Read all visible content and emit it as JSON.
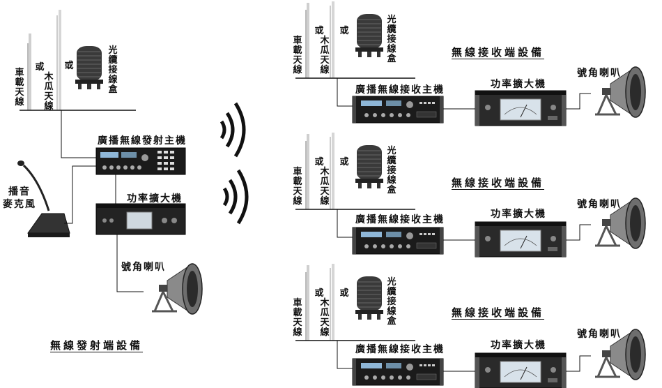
{
  "transmitter": {
    "title": "無線發射端設備",
    "antenna_vehicle": "車載天線",
    "or_1": "或",
    "antenna_yagi": "木瓜天線",
    "or_2": "或",
    "fiber_box": "光纜接線盒",
    "host_label": "廣播無線發射主機",
    "amp_label": "功率擴大機",
    "mic_label_line1": "播音",
    "mic_label_line2": "麥克風",
    "horn_label": "號角喇叭"
  },
  "receivers": [
    {
      "title": "無線接收端設備",
      "antenna_vehicle": "車載天線",
      "or_1": "或",
      "antenna_yagi": "木瓜天線",
      "or_2": "或",
      "fiber_box": "光纜接線盒",
      "host_label": "廣播無線接收主機",
      "amp_label": "功率擴大機",
      "horn_label": "號角喇叭"
    },
    {
      "title": "無線接收端設備",
      "antenna_vehicle": "車載天線",
      "or_1": "或",
      "antenna_yagi": "木瓜天線",
      "or_2": "或",
      "fiber_box": "光纜接線盒",
      "host_label": "廣播無線接收主機",
      "amp_label": "功率擴大機",
      "horn_label": "號角喇叭"
    },
    {
      "title": "無線接收端設備",
      "antenna_vehicle": "車載天線",
      "or_1": "或",
      "antenna_yagi": "木瓜天線",
      "or_2": "或",
      "fiber_box": "光纜接線盒",
      "host_label": "廣播無線接收主機",
      "amp_label": "功率擴大機",
      "horn_label": "號角喇叭"
    }
  ],
  "icons": {
    "antenna": "antenna-icon",
    "fiber_box": "fiber-enclosure-icon",
    "rack_unit": "rack-device-icon",
    "horn": "horn-speaker-icon",
    "microphone": "microphone-icon",
    "waves": "radio-waves-icon"
  }
}
